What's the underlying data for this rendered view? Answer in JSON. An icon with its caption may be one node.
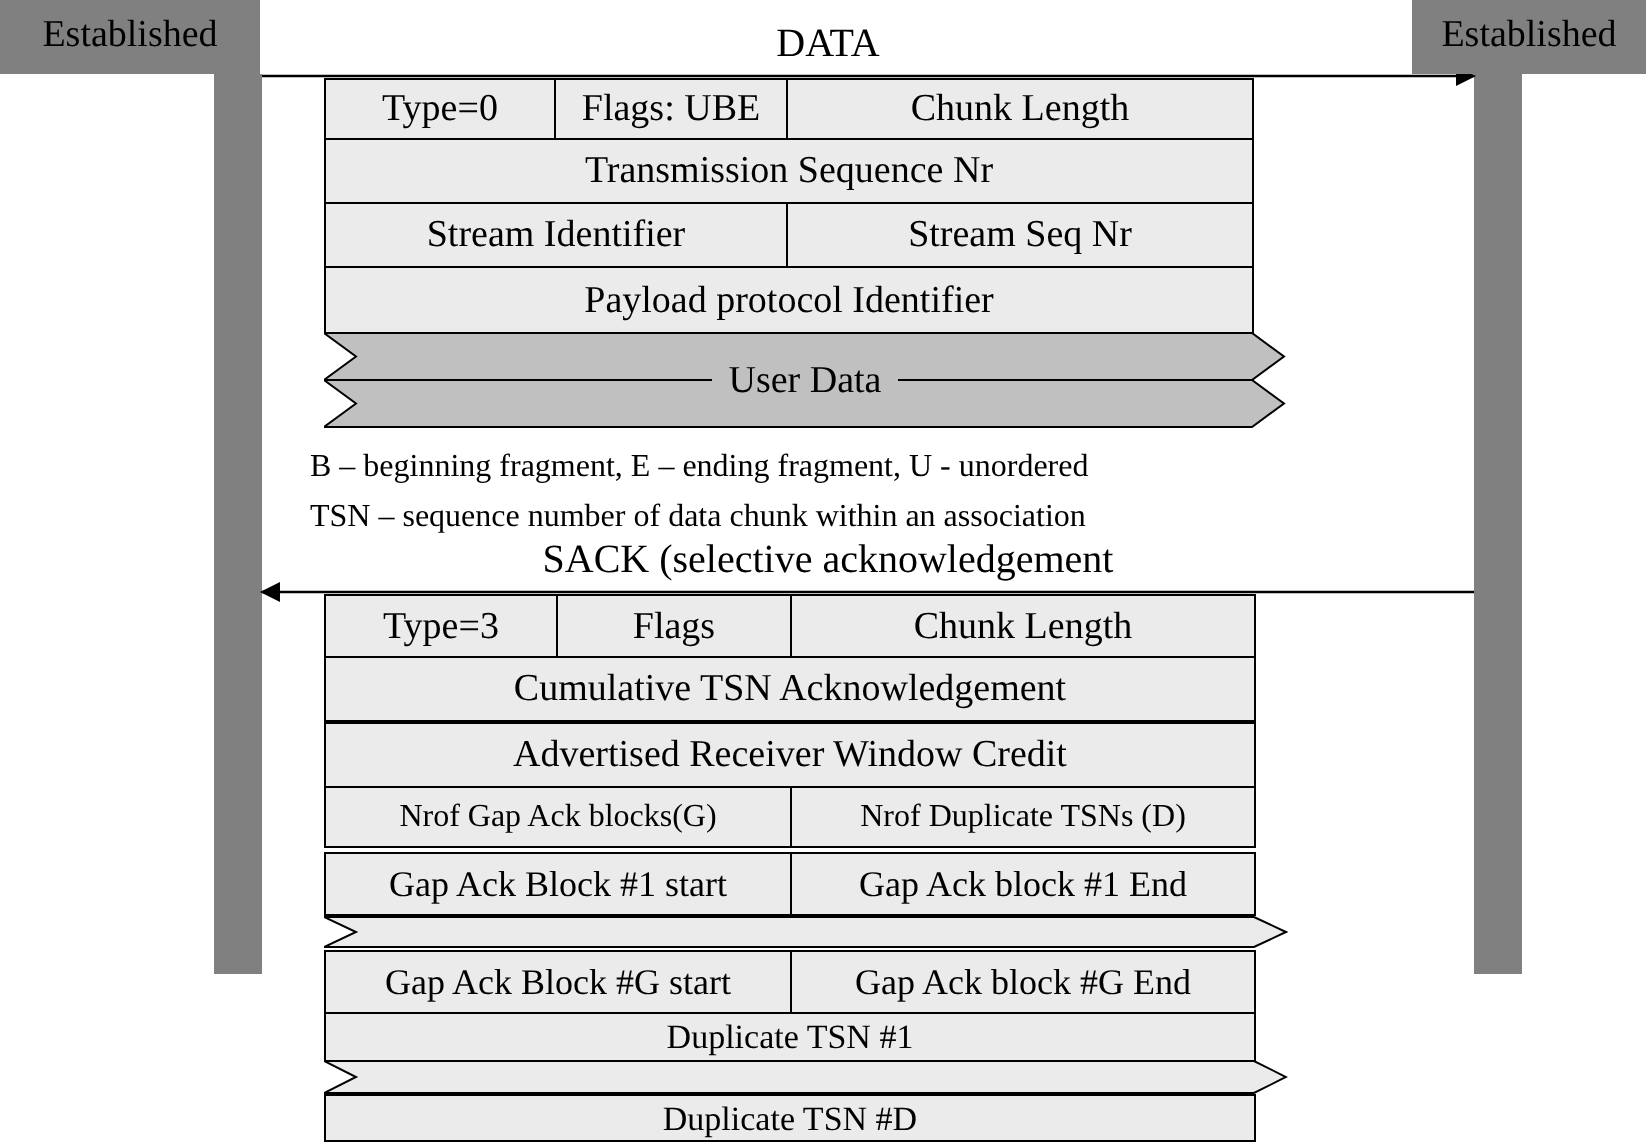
{
  "diagram": {
    "nodes": [
      {
        "text": [
          "Established"
        ]
      },
      {
        "text": [],
        "shape": "bar"
      },
      {
        "text": [
          "Established"
        ]
      },
      {
        "text": [],
        "shape": "bar"
      },
      {
        "text": [
          "Type=0"
        ]
      },
      {
        "text": [
          "Flags: UBE"
        ]
      },
      {
        "text": [
          "Chunk Length"
        ]
      },
      {
        "text": [
          "Transmission Sequence Nr"
        ]
      },
      {
        "text": [
          "Stream Identifier"
        ]
      },
      {
        "text": [
          "Stream Seq Nr"
        ]
      },
      {
        "text": [
          "Payload protocol Identifier"
        ]
      },
      {
        "text": [
          "User Data"
        ]
      },
      {
        "text": [
          "Type=3"
        ]
      },
      {
        "text": [
          "Flags"
        ]
      },
      {
        "text": [
          "Chunk Length"
        ]
      },
      {
        "text": [
          "Cumulative TSN Acknowledgement"
        ]
      },
      {
        "text": [
          "Advertised Receiver Window Credit"
        ]
      },
      {
        "text": [
          "Nrof Gap Ack blocks(G)"
        ]
      },
      {
        "text": [
          "Nrof Duplicate TSNs (D)"
        ]
      },
      {
        "text": [
          "Gap Ack Block #1 start"
        ]
      },
      {
        "text": [
          "Gap Ack block #1 End"
        ]
      },
      {
        "text": [],
        "shape": "chevron"
      },
      {
        "text": [
          "Gap Ack Block #G start"
        ]
      },
      {
        "text": [
          "Gap Ack block #G End"
        ]
      },
      {
        "text": [
          "Duplicate TSN #1"
        ]
      },
      {
        "text": [],
        "shape": "chevron"
      },
      {
        "text": [
          "Duplicate TSN #D"
        ]
      }
    ],
    "edges": [
      {
        "from": 1,
        "to": 3,
        "arrow": "to",
        "label": "DATA"
      },
      {
        "from": 3,
        "to": 1,
        "arrow": "to",
        "label": "SACK (selective acknowledgement"
      }
    ],
    "labels": [
      "B – beginning fragment, E – ending fragment, U - unordered",
      "TSN – sequence number of data chunk within an association"
    ]
  }
}
